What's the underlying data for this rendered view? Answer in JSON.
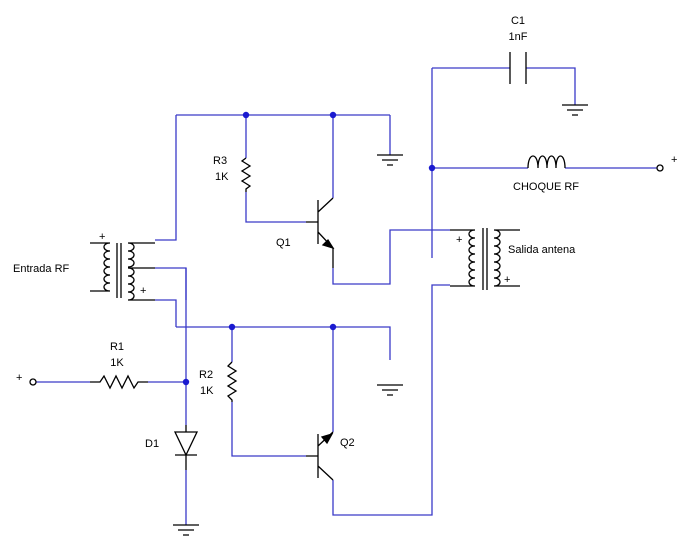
{
  "colors": {
    "wire": "#3a3ac8",
    "component": "#000000",
    "background": "#ffffff"
  },
  "labels": {
    "c1_name": "C1",
    "c1_value": "1nF",
    "choke": "CHOQUE RF",
    "antenna_out": "Salida antena",
    "rf_in": "Entrada RF",
    "r3_name": "R3",
    "r3_value": "1K",
    "q1": "Q1",
    "r1_name": "R1",
    "r1_value": "1K",
    "r2_name": "R2",
    "r2_value": "1K",
    "d1": "D1",
    "q2": "Q2",
    "plus_in": "+",
    "plus_out": "+",
    "t1_plus_top": "+",
    "t1_plus_bottom": "+",
    "t2_plus_top": "+",
    "t2_plus_bottom": "+"
  }
}
